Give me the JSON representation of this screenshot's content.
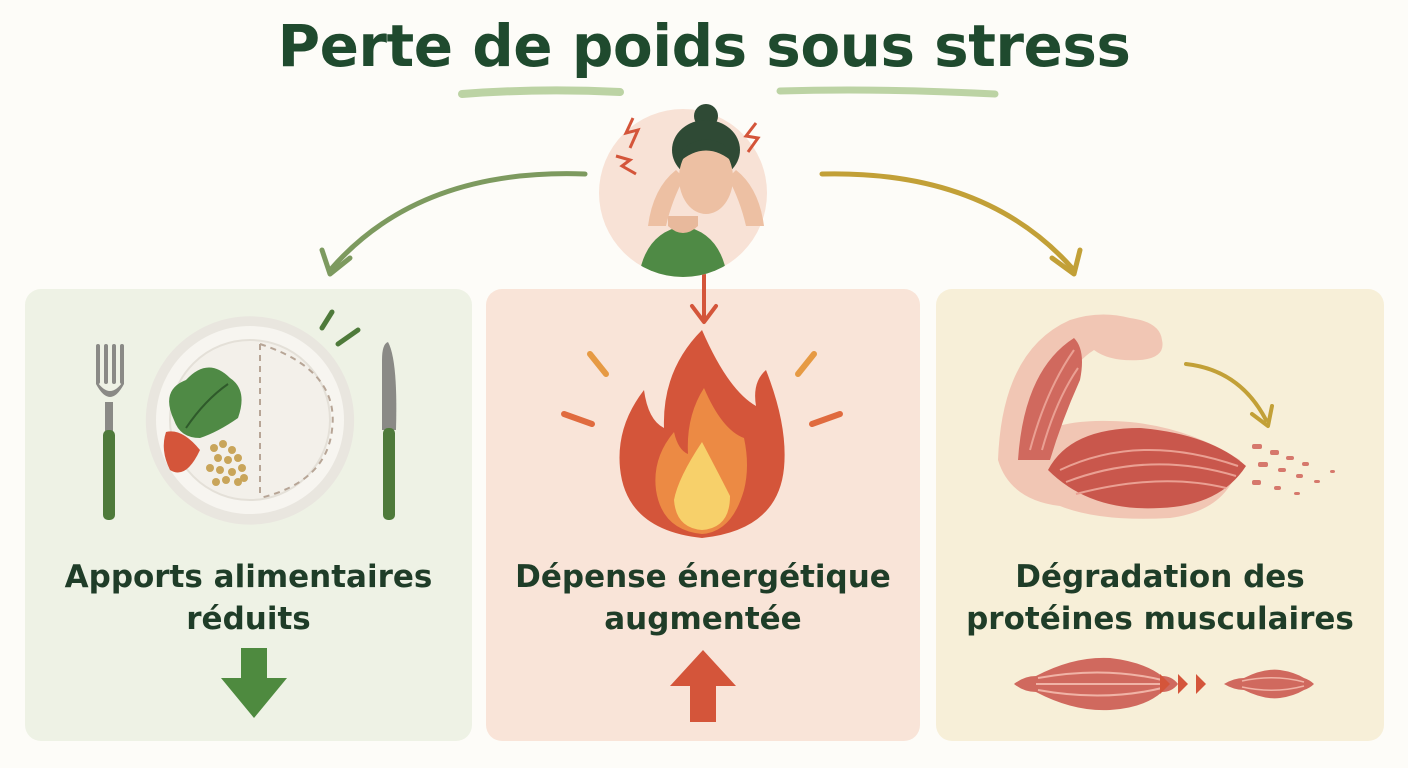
{
  "title": "Perte de poids sous stress",
  "colors": {
    "title": "#1f4a2e",
    "green_panel": "#eef2e5",
    "orange_panel": "#f9e4d8",
    "yellow_panel": "#f7efd8",
    "arrow_left": "#7d9a5f",
    "arrow_center": "#d4553a",
    "arrow_right": "#c2a037",
    "down_arrow": "#4e8a3f",
    "up_arrow": "#d4553a"
  },
  "center": {
    "icon": "stressed-person-icon"
  },
  "panels": [
    {
      "icon": "plate-with-cutlery-icon",
      "line1": "Apports alimentaires",
      "line2": "réduits",
      "indicator": "down-arrow-icon"
    },
    {
      "icon": "flame-icon",
      "line1": "Dépense énergétique",
      "line2": "augmentée",
      "indicator": "up-arrow-icon"
    },
    {
      "icon": "flexed-arm-muscle-icon",
      "line1": "Dégradation des",
      "line2": "protéines musculaires",
      "indicator": "shrinking-muscle-icon"
    }
  ]
}
